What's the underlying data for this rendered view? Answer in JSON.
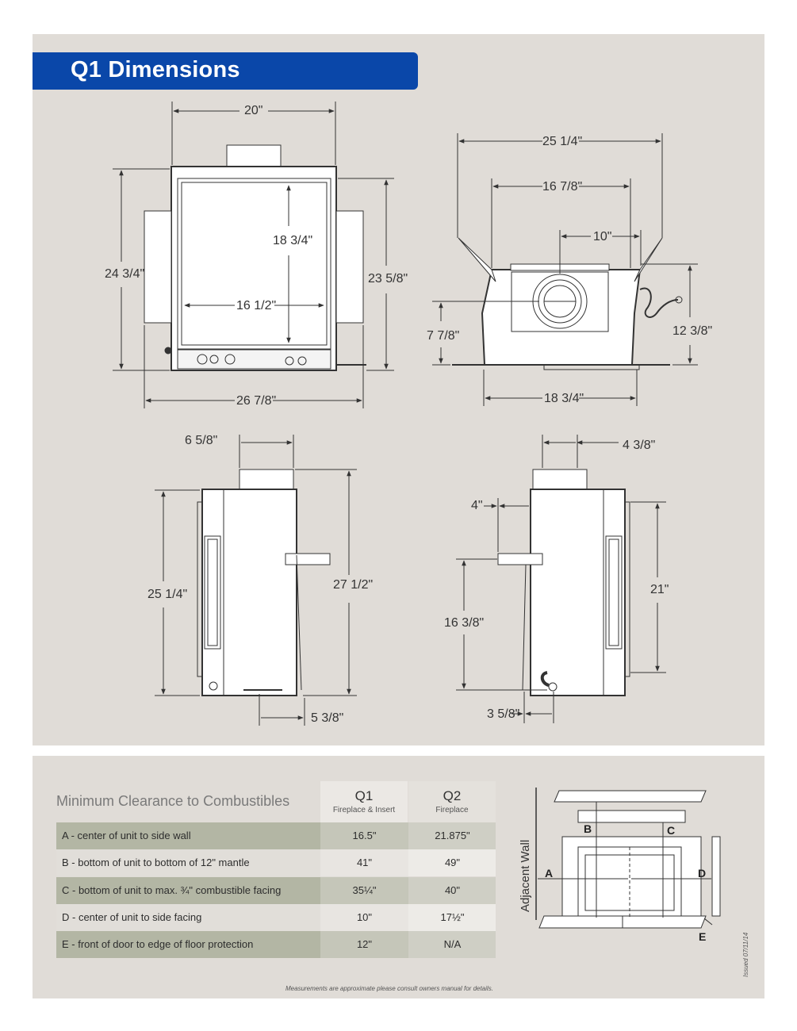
{
  "header": {
    "title": "Q1 Dimensions"
  },
  "dimensions": {
    "front": {
      "width_top": "20\"",
      "inner_height": "18 3/4\"",
      "height_left": "24 3/4\"",
      "height_right": "23 5/8\"",
      "inner_width": "16 1/2\"",
      "width_bottom": "26 7/8\""
    },
    "top": {
      "overall": "25 1/4\"",
      "collar_span": "16 7/8\"",
      "collar": "10\"",
      "flue_height": "7 7/8\"",
      "height": "12 3/8\"",
      "base": "18 3/4\""
    },
    "side_left": {
      "collar": "6 5/8\"",
      "height": "25 1/4\"",
      "overall_height": "27 1/2\"",
      "gas_offset": "5 3/8\""
    },
    "side_right": {
      "collar": "4 3/8\"",
      "offset": "4\"",
      "height": "21\"",
      "inlet_height": "16 3/8\"",
      "bottom_offset": "3 5/8\""
    }
  },
  "clearance": {
    "title": "Minimum Clearance to Combustibles",
    "columns": [
      {
        "name": "Q1",
        "sub": "Fireplace & Insert"
      },
      {
        "name": "Q2",
        "sub": "Fireplace"
      }
    ],
    "rows": [
      {
        "label": "A - center of unit to side wall",
        "q1": "16.5\"",
        "q2": "21.875\""
      },
      {
        "label": "B - bottom of unit to bottom of 12\" mantle",
        "q1": "41\"",
        "q2": "49\""
      },
      {
        "label": "C - bottom of unit to max. ¾\" combustible facing",
        "q1": "35¼\"",
        "q2": "40\""
      },
      {
        "label": "D - center of unit to side facing",
        "q1": "10\"",
        "q2": "17½\""
      },
      {
        "label": "E - front of door to edge of floor protection",
        "q1": "12\"",
        "q2": "N/A"
      }
    ],
    "diagram": {
      "wall_label": "Adjacent Wall",
      "letters": [
        "A",
        "B",
        "C",
        "D",
        "E"
      ]
    }
  },
  "footnote": "Measurements are approximate please consult owners manual for details.",
  "issued": "Issued 07/11/14"
}
